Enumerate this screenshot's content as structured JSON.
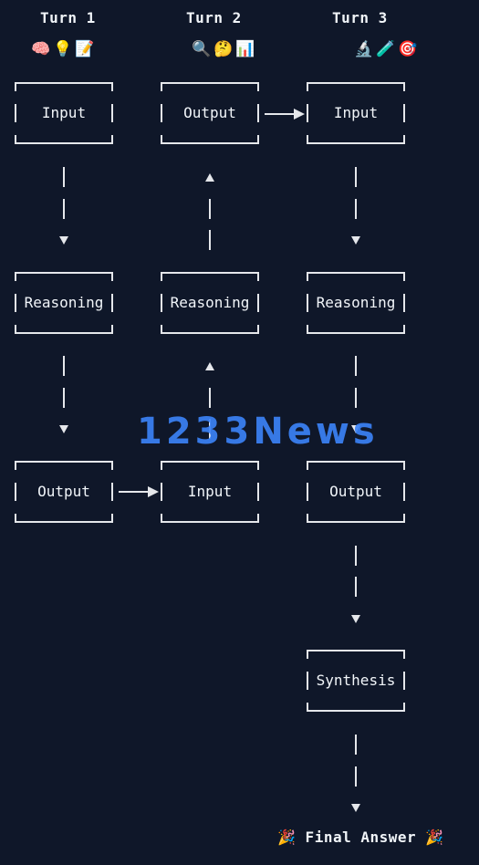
{
  "turns": [
    {
      "title": "Turn 1",
      "emojis": "🧠💡📝"
    },
    {
      "title": "Turn 2",
      "emojis": "🔍🤔📊"
    },
    {
      "title": "Turn 3",
      "emojis": "🔬🧪🎯"
    }
  ],
  "boxes": {
    "c1": [
      "Input",
      "Reasoning",
      "Output"
    ],
    "c2": [
      "Output",
      "Reasoning",
      "Input"
    ],
    "c3": [
      "Input",
      "Reasoning",
      "Output",
      "Synthesis"
    ]
  },
  "final": {
    "label": "🎉 Final Answer 🎉"
  },
  "watermark": "1233News"
}
